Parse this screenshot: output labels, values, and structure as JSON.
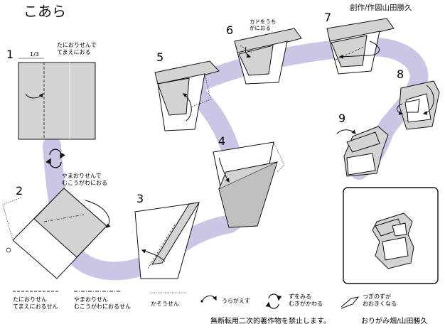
{
  "title": "こあら",
  "credit": "創作/作図山田勝久",
  "steps": [
    {
      "number": "1",
      "notes": [
        "たにおりせんで",
        "てまえにおる"
      ],
      "measure": "1/3"
    },
    {
      "number": "2",
      "notes": [
        "やまおりせんで",
        "むこうがわにおる"
      ]
    },
    {
      "number": "3",
      "notes": []
    },
    {
      "number": "4",
      "notes": []
    },
    {
      "number": "5",
      "notes": []
    },
    {
      "number": "6",
      "notes": [
        "カドをうち",
        "がにおる"
      ]
    },
    {
      "number": "7",
      "notes": []
    },
    {
      "number": "8",
      "notes": []
    },
    {
      "number": "9",
      "notes": []
    }
  ],
  "legend": [
    {
      "symbol": "valley-fold-line-icon",
      "lines": [
        "たにおりせん",
        "てまえにおるせん"
      ]
    },
    {
      "symbol": "mountain-fold-line-icon",
      "lines": [
        "やまおりせん",
        "むこうがわにおるせん"
      ]
    },
    {
      "symbol": "crease-line-icon",
      "lines": [
        "かそうせん"
      ]
    },
    {
      "symbol": "turn-over-arrow-icon",
      "lines": [
        "うらがえす"
      ]
    },
    {
      "symbol": "rotate-arrows-icon",
      "lines": [
        "ずをみる",
        "むきがかわる"
      ]
    },
    {
      "symbol": "enlarge-arrow-icon",
      "lines": [
        "つぎのずが",
        "おおきくなる"
      ]
    }
  ],
  "footer": {
    "notice": "無断転用二次的著作物を禁止します。",
    "author": "おりがみ畑/山田勝久"
  },
  "colors": {
    "path": "#c9c6e6",
    "paper": "#d3d3d3",
    "paper_dark": "#b9b9b9",
    "line": "#111111",
    "background": "#ffffff"
  }
}
